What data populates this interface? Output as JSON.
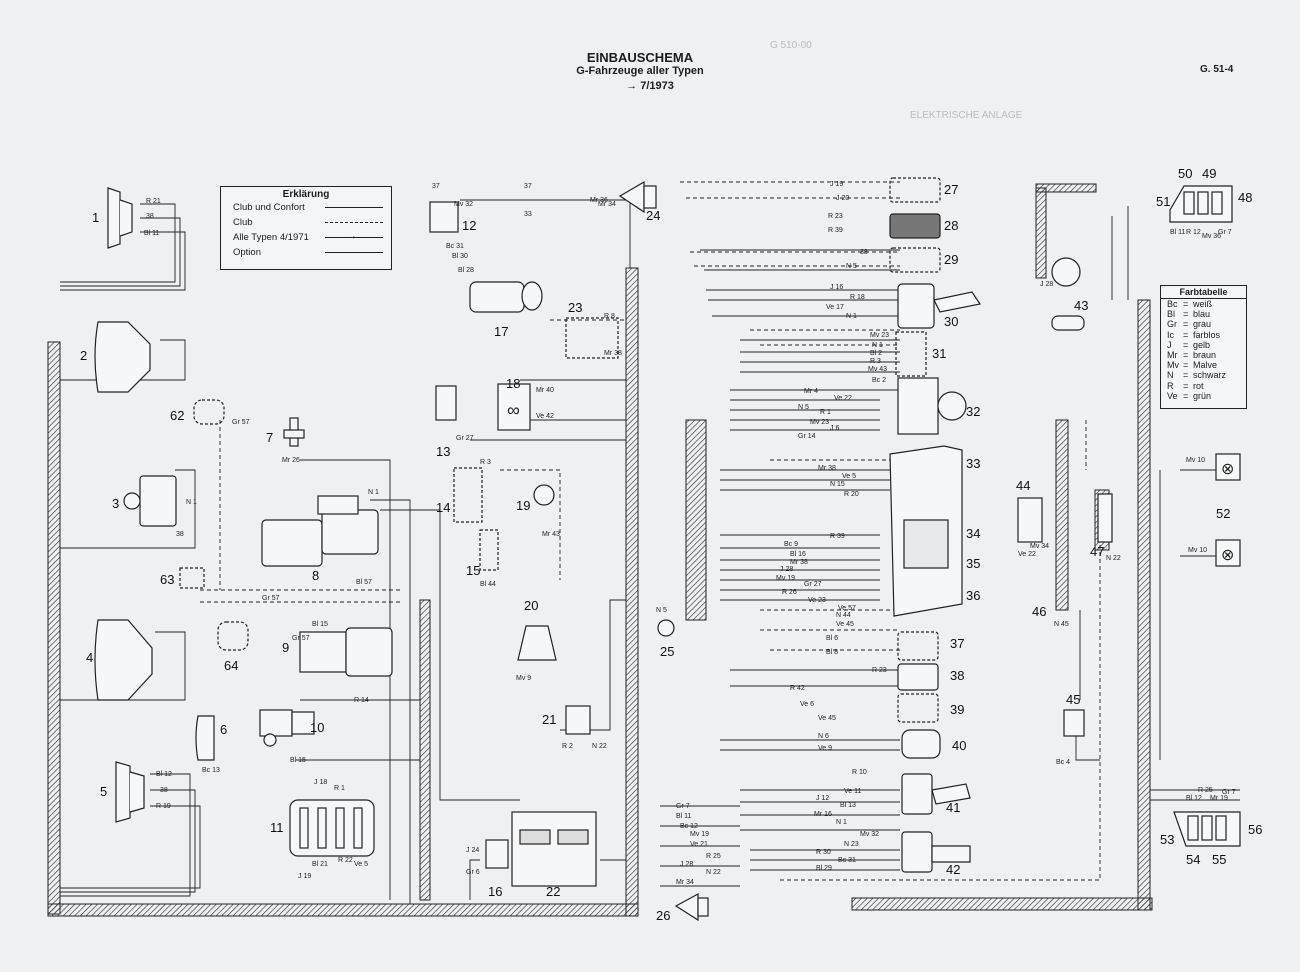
{
  "header": {
    "title": "EINBAUSCHEMA",
    "subtitle": "G-Fahrzeuge aller Typen",
    "date": "7/1973",
    "page_ref": "G. 51-4",
    "bleed_through_1": "G 510-00",
    "bleed_through_2": "ELEKTRISCHE ANLAGE"
  },
  "legend": {
    "title": "Erklärung",
    "rows": [
      {
        "label": "Club und Confort",
        "style": "solid"
      },
      {
        "label": "Club",
        "style": "dashed"
      },
      {
        "label": "Alle Typen 4/1971",
        "style": "arrow"
      },
      {
        "label": "Option",
        "style": "option"
      }
    ]
  },
  "color_table": {
    "title": "Farbtabelle",
    "rows": [
      {
        "code": "Bc",
        "name": "weiß"
      },
      {
        "code": "Bl",
        "name": "blau"
      },
      {
        "code": "Gr",
        "name": "grau"
      },
      {
        "code": "Ic",
        "name": "farblos"
      },
      {
        "code": "J",
        "name": "gelb"
      },
      {
        "code": "Mr",
        "name": "braun"
      },
      {
        "code": "Mv",
        "name": "Malve"
      },
      {
        "code": "N",
        "name": "schwarz"
      },
      {
        "code": "R",
        "name": "rot"
      },
      {
        "code": "Ve",
        "name": "grün"
      }
    ]
  },
  "component_numbers": [
    "1",
    "2",
    "3",
    "4",
    "5",
    "6",
    "7",
    "8",
    "9",
    "10",
    "11",
    "12",
    "13",
    "14",
    "15",
    "16",
    "17",
    "18",
    "19",
    "20",
    "21",
    "22",
    "23",
    "24",
    "25",
    "26",
    "27",
    "28",
    "29",
    "30",
    "31",
    "32",
    "33",
    "34",
    "35",
    "36",
    "37",
    "38",
    "39",
    "40",
    "41",
    "42",
    "43",
    "44",
    "45",
    "46",
    "47",
    "48",
    "49",
    "50",
    "51",
    "52",
    "53",
    "54",
    "55",
    "56",
    "62",
    "63",
    "64"
  ],
  "wire_labels": {
    "w1a": "R 21",
    "w1b": "38",
    "w1c": "Bl 11",
    "w5a": "Bl 12",
    "w5b": "38",
    "w5c": "R 19",
    "w12a": "37",
    "w12b": "Mv 32",
    "w12c": "33",
    "w24a": "37",
    "w24b": "Mr 36",
    "w24c": "Mr 34",
    "w17a": "Bc 31",
    "w17b": "Bl 30",
    "w17c": "Bl 28",
    "w18a": "Mr 40",
    "w18b": "Ve 42",
    "w13": "Gr 27",
    "w23a": "R 8",
    "w23b": "Mr 38",
    "w27a": "J 19",
    "w27b": "J 20",
    "w28a": "R 23",
    "w28b": "R 39",
    "w29a": "38",
    "w29b": "N 5",
    "w30a": "J 16",
    "w30b": "R 18",
    "w30c": "Ve 17",
    "w30d": "N 1",
    "w31a": "Mv 23",
    "w31b": "N 1",
    "w31c": "Bl 2",
    "w31d": "R 3",
    "w31e": "Mv 43",
    "w32a": "Bc 2",
    "w32b": "Mr 4",
    "w32c": "Ve 22",
    "w32d": "N 5",
    "w32e": "R 1",
    "w32f": "Mv 23",
    "w32g": "J 6",
    "w32h": "Gr 14",
    "w33a": "Mr 38",
    "w33b": "Ve 5",
    "w33c": "N 15",
    "w33d": "R 20",
    "w34a": "R 39",
    "w34b": "Bc 9",
    "w34c": "Bl 16",
    "w34d": "Mr 38",
    "w34e": "J 28",
    "w34f": "Mv 19",
    "w34g": "Gr 27",
    "w34h": "R 26",
    "w34i": "Ve 23",
    "w34j": "Ve 57",
    "w34k": "N 44",
    "w34l": "Ve 45",
    "w37a": "Bl 6",
    "w37b": "Bl 8",
    "w38": "R 23",
    "w38b": "R 42",
    "w39a": "Ve 6",
    "w39b": "Ve 45",
    "w40a": "N 6",
    "w40b": "Ve 9",
    "w40c": "R 10",
    "w41a": "J 12",
    "w41b": "Ve 11",
    "w41c": "Bl 13",
    "w41d": "Mr 16",
    "w41e": "N 1",
    "w42a": "Mv 32",
    "w42b": "N 23",
    "w42c": "R 30",
    "w42d": "Bc 31",
    "w42e": "Bl 29",
    "w26a": "Gr 7",
    "w26b": "Bl 11",
    "w26c": "Bc 12",
    "w26d": "Mv 19",
    "w26e": "Ve 21",
    "w26f": "R 25",
    "w26g": "J 28",
    "w26h": "N 22",
    "w26i": "Mr 34",
    "w22a": "J 24",
    "w22b": "Gr 6",
    "w11a": "J 18",
    "w11b": "R 1",
    "w11c": "J 19",
    "w11d": "Bl 21",
    "w11e": "R 22",
    "w11f": "Ve 5",
    "w9a": "Bl 15",
    "w9b": "Gr 57",
    "w10": "Bl 15",
    "w10b": "R 14",
    "w6": "Bc 13",
    "w7": "Mr 26",
    "w8": "N 1",
    "w62": "Gr 57",
    "w63": "Bl 57",
    "w64": "Gr 57",
    "w3a": "N 1",
    "w3b": "38",
    "w14": "R 3",
    "w15": "Bl 44",
    "w19": "Mr 43",
    "w20": "Mv 9",
    "w21a": "R 2",
    "w21b": "N 22",
    "w25": "N 5",
    "w43": "J 28",
    "w44": "Mv 34",
    "w44b": "Ve 22",
    "w45": "Bc 4",
    "w46": "N 45",
    "w47": "N 22",
    "w48a": "Bl 11",
    "w48b": "R 12",
    "w48c": "Mv 36",
    "w48d": "Gr 7",
    "w52a": "Mv 10",
    "w52b": "Mv 10",
    "w53a": "Bl 12",
    "w53b": "R 25",
    "w53c": "Mr 19",
    "w53d": "Gr 7"
  }
}
